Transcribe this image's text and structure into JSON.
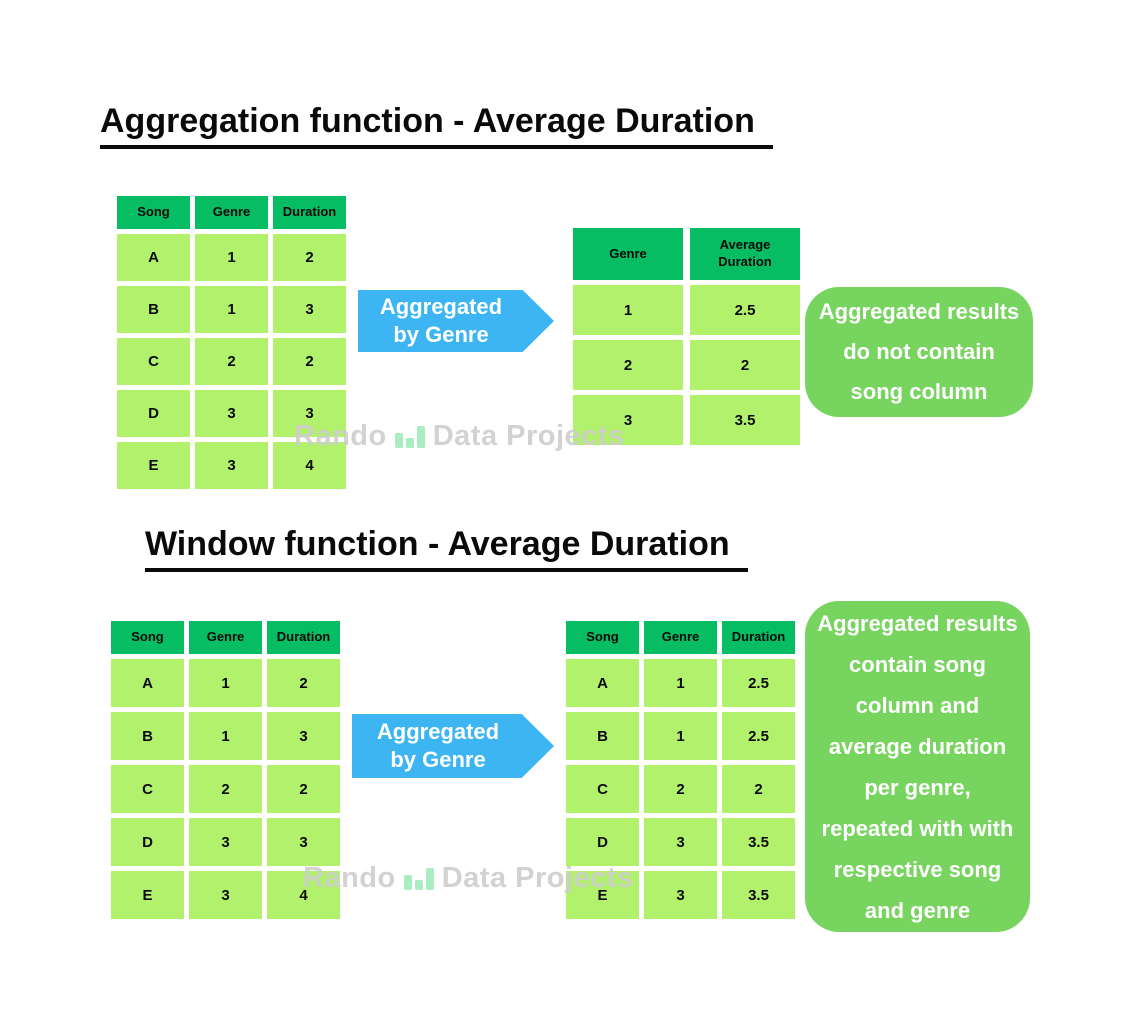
{
  "colors": {
    "header_green": "#07bd64",
    "cell_green": "#b1f16c",
    "note_box_green": "#77d45e",
    "arrow_blue": "#3cb5f2",
    "watermark_gray": "#cdcdcd",
    "watermark_icon_green": "#a9edc0",
    "text_black": "#0a0a0a",
    "text_white": "#ffffff"
  },
  "watermark": {
    "prefix": "Rando",
    "rest": "Data Projects",
    "icon": "bar-chart-icon"
  },
  "sections": [
    {
      "title": "Aggregation function - Average Duration",
      "arrow": {
        "line1": "Aggregated",
        "line2": "by Genre"
      },
      "source_table": {
        "headers": [
          "Song",
          "Genre",
          "Duration"
        ],
        "rows": [
          [
            "A",
            "1",
            "2"
          ],
          [
            "B",
            "1",
            "3"
          ],
          [
            "C",
            "2",
            "2"
          ],
          [
            "D",
            "3",
            "3"
          ],
          [
            "E",
            "3",
            "4"
          ]
        ]
      },
      "result_table": {
        "headers": [
          "Genre",
          "Average Duration"
        ],
        "rows": [
          [
            "1",
            "2.5"
          ],
          [
            "2",
            "2"
          ],
          [
            "3",
            "3.5"
          ]
        ]
      },
      "note": {
        "lines": [
          "Aggregated results",
          "do not contain",
          "song column"
        ]
      }
    },
    {
      "title": "Window function - Average Duration",
      "arrow": {
        "line1": "Aggregated",
        "line2": "by Genre"
      },
      "source_table": {
        "headers": [
          "Song",
          "Genre",
          "Duration"
        ],
        "rows": [
          [
            "A",
            "1",
            "2"
          ],
          [
            "B",
            "1",
            "3"
          ],
          [
            "C",
            "2",
            "2"
          ],
          [
            "D",
            "3",
            "3"
          ],
          [
            "E",
            "3",
            "4"
          ]
        ]
      },
      "result_table": {
        "headers": [
          "Song",
          "Genre",
          "Duration"
        ],
        "rows": [
          [
            "A",
            "1",
            "2.5"
          ],
          [
            "B",
            "1",
            "2.5"
          ],
          [
            "C",
            "2",
            "2"
          ],
          [
            "D",
            "3",
            "3.5"
          ],
          [
            "E",
            "3",
            "3.5"
          ]
        ]
      },
      "note": {
        "lines": [
          "Aggregated results",
          "contain song",
          "column and",
          "average duration",
          "per genre,",
          "repeated with with",
          "respective song",
          "and genre"
        ]
      }
    }
  ]
}
